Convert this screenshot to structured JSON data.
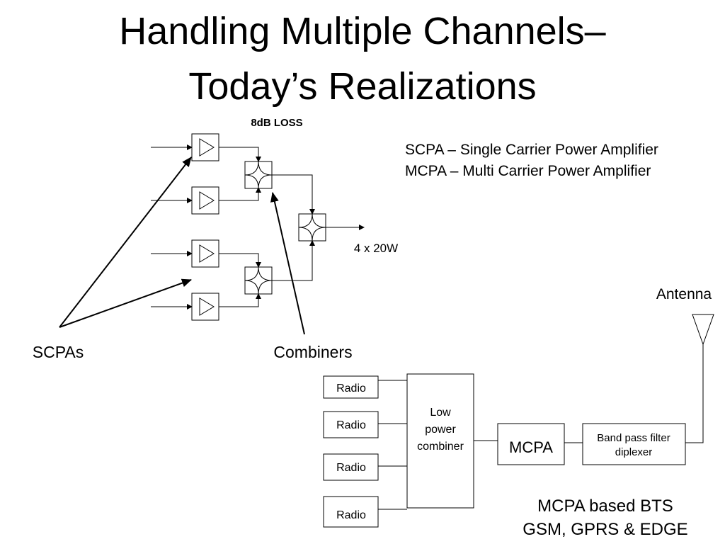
{
  "title": {
    "line1": "Handling Multiple Channels–",
    "line2": "Today’s Realizations"
  },
  "scpa_diagram": {
    "loss_label": "8dB LOSS",
    "output_label": "4 x 20W",
    "scpas_label": "SCPAs",
    "combiners_label": "Combiners"
  },
  "legend": {
    "scpa_def": "SCPA – Single Carrier Power Amplifier",
    "mcpa_def": "MCPA – Multi Carrier Power Amplifier"
  },
  "bts_diagram": {
    "antenna_label": "Antenna",
    "radios": [
      "Radio",
      "Radio",
      "Radio",
      "Radio"
    ],
    "combiner_lines": [
      "Low",
      "power",
      "combiner"
    ],
    "mcpa_label": "MCPA",
    "filter_lines": [
      "Band pass filter",
      "diplexer"
    ],
    "caption_lines": [
      "MCPA based BTS",
      "GSM, GPRS & EDGE"
    ]
  },
  "colors": {
    "line": "#000000",
    "fill": "#ffffff",
    "text": "#000000"
  }
}
